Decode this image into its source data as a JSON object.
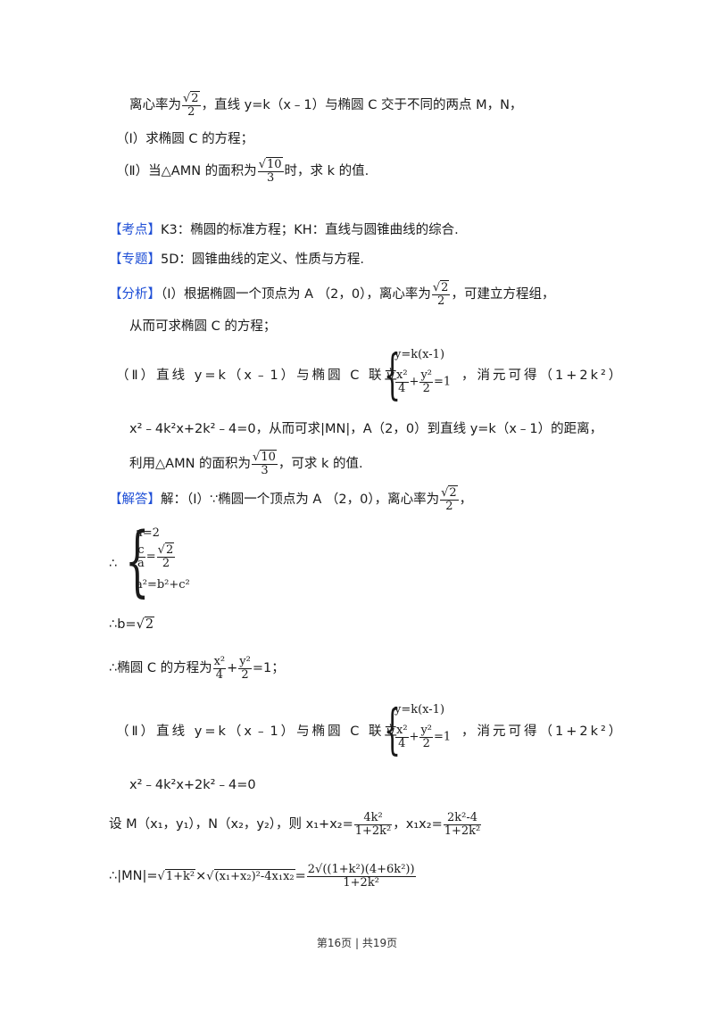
{
  "problem": {
    "line1": {
      "a": "离心率为",
      "sqrt_num": "2",
      "den": "2",
      "b": "，直线 y=k（x﹣1）与椭圆 C 交于不同的两点 M，N，"
    },
    "q1": "（Ⅰ）求椭圆 C 的方程；",
    "q2": {
      "a": "（Ⅱ）当△AMN 的面积为",
      "sqrt_num": "10",
      "den": "3",
      "b": "时，求 k 的值."
    }
  },
  "kaodian": {
    "tag": "【考点】",
    "text": "K3：椭圆的标准方程；KH：直线与圆锥曲线的综合."
  },
  "zhuanti": {
    "tag": "【专题】",
    "text": "5D：圆锥曲线的定义、性质与方程."
  },
  "fenxi": {
    "tag": "【分析】",
    "l1a": "（Ⅰ）根据椭圆一个顶点为 A （2，0），离心率为",
    "sqrt_num": "2",
    "den": "2",
    "l1b": "，可建立方程组，",
    "l2": "从而可求椭圆 C 的方程；",
    "l3a": "（Ⅱ）直线 y=k（x﹣1）与椭圆 C 联立",
    "l3b": "，消元可得（1+2k²）",
    "sys": {
      "r1": "y=k(x-1)",
      "r2a": "x²",
      "r2b": "4",
      "r2c": "+",
      "r2d": "y²",
      "r2e": "2",
      "r2f": "=1"
    },
    "l4": "x²﹣4k²x+2k²﹣4=0，从而可求|MN|，A（2，0）到直线 y=k（x﹣1）的距离，",
    "l5a": "利用△AMN 的面积为",
    "l5_sqrt": "10",
    "l5_den": "3",
    "l5b": "，可求 k 的值."
  },
  "jieda": {
    "tag": "【解答】",
    "l1a": "解：（Ⅰ）∵椭圆一个顶点为 A （2，0），离心率为",
    "sqrt_num": "2",
    "den": "2",
    "l1b": "，",
    "therefore": "∴",
    "sys": {
      "r1": "a=2",
      "r2a": "c",
      "r2b": "a",
      "r2c": "=",
      "r2d": "2",
      "r2e": "2",
      "r3": "a²=b²+c²"
    },
    "b_line": "∴b=",
    "b_sqrt": "2",
    "ellipse_a": "∴椭圆 C 的方程为",
    "ellipse_n1": "x²",
    "ellipse_d1": "4",
    "ellipse_plus": "+",
    "ellipse_n2": "y²",
    "ellipse_d2": "2",
    "ellipse_b": "=1；",
    "p2a": "（Ⅱ）直线 y=k（x﹣1）与椭圆 C 联立",
    "p2b": "，消元可得（1+2k²）",
    "sys2": {
      "r1": "y=k(x-1)",
      "r2a": "x²",
      "r2b": "4",
      "r2c": "+",
      "r2d": "y²",
      "r2e": "2",
      "r2f": "=1"
    },
    "eq": "x²﹣4k²x+2k²﹣4=0",
    "set_a": "设 M（x₁，y₁），N（x₂，y₂），则 x₁+x₂=",
    "set_n1": "4k²",
    "set_d1": "1+2k²",
    "set_mid": "，x₁x₂=",
    "set_n2": "2k²-4",
    "set_d2": "1+2k²",
    "mn_a": "∴|MN|=",
    "mn_s1": "1+k²",
    "mn_times": "×",
    "mn_s2": "(x₁+x₂)²-4x₁x₂",
    "mn_eq": "=",
    "mn_num": "2√((1+k²)(4+6k²))",
    "mn_den": "1+2k²"
  },
  "footer": "第16页 | 共19页"
}
